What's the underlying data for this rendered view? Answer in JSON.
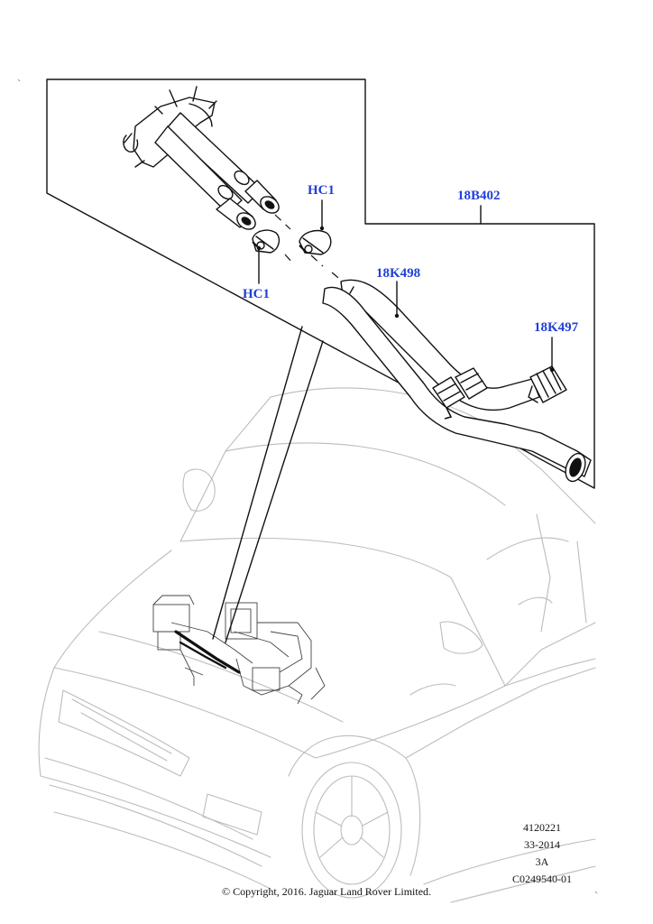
{
  "callouts": {
    "hc1_upper": "HC1",
    "hc1_lower": "HC1",
    "assembly": "18B402",
    "hose_upper": "18K498",
    "hose_lower": "18K497"
  },
  "reference": {
    "line1": "4120221",
    "line2": "33-2014",
    "line3": "3A",
    "line4": "C0249540-01"
  },
  "copyright": "© Copyright, 2016. Jaguar Land Rover Limited.",
  "colors": {
    "callout": "#1f3fd6",
    "line": "#111111",
    "vehicle_outline": "#bcbcbc"
  }
}
